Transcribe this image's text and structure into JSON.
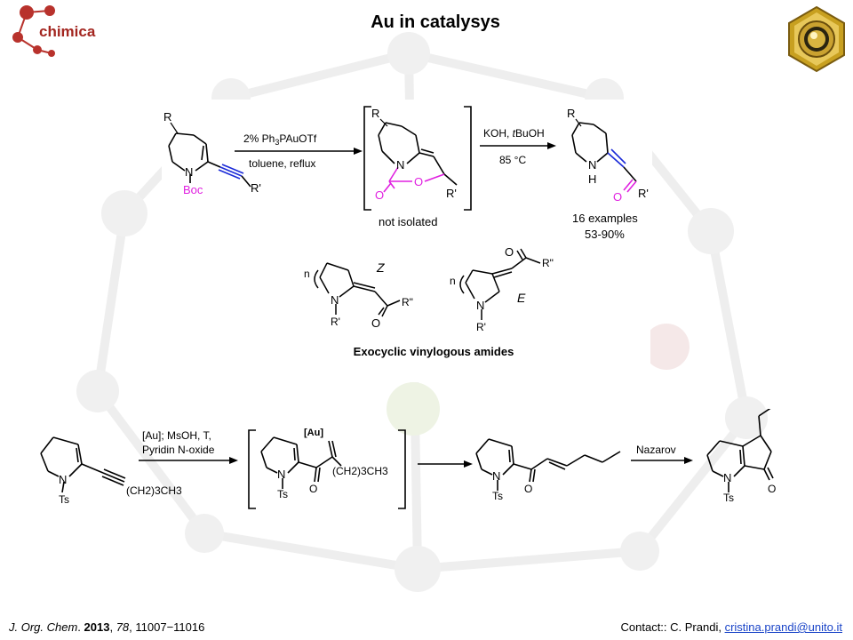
{
  "header": {
    "logo_text": "chimica",
    "title": "Au in catalysys"
  },
  "colors": {
    "accent_red": "#a32620",
    "magenta": "#e020e0",
    "blue_bond": "#1a2ad8",
    "link_blue": "#1a44c8",
    "badge_gold": "#c8a020"
  },
  "scheme_top": {
    "sm_r": "R",
    "sm_n": "N",
    "sm_boc": "Boc",
    "sm_rprime": "R'",
    "cond1_line1_prefix": "2% Ph",
    "cond1_sub": "3",
    "cond1_line1_suffix": "PAuOTf",
    "cond1_line2": "toluene, reflux",
    "int_r": "R",
    "int_n": "N",
    "int_o1": "O",
    "int_o2": "O",
    "int_rprime": "R'",
    "int_label": "not isolated",
    "cond2_line1_prefix": "KOH, ",
    "cond2_line1_t": "t",
    "cond2_line1_suffix": "BuOH",
    "cond2_line2": "85 °C",
    "prod_r": "R",
    "prod_nh": "N",
    "prod_h": "H",
    "prod_o": "O",
    "prod_rprime": "R'",
    "prod_examples": "16 examples",
    "prod_yield": "53-90%"
  },
  "scheme_mid": {
    "z_label": "Z",
    "e_label": "E",
    "n_sub": "n",
    "n1": "N",
    "r1": "R'",
    "o1": "O",
    "r1b": "R\"",
    "n2": "N",
    "r2": "R'",
    "o2": "O",
    "r2b": "R\"",
    "caption": "Exocyclic vinylogous amides"
  },
  "scheme_bottom": {
    "sm_n": "N",
    "sm_ts": "Ts",
    "sm_chain": "(CH2)3CH3",
    "cond_line1": "[Au]; MsOH, T,",
    "cond_line2": "Pyridin N-oxide",
    "int_au": "[Au]",
    "int_n": "N",
    "int_ts": "Ts",
    "int_o": "O",
    "int_chain": "(CH2)3CH3",
    "p1_n": "N",
    "p1_ts": "Ts",
    "p1_o": "O",
    "cond_nazarov": "Nazarov",
    "p2_n": "N",
    "p2_ts": "Ts",
    "p2_o": "O"
  },
  "footer": {
    "journal": "J. Org. Chem",
    "dot": ". ",
    "year": "2013",
    "sep1": ", ",
    "volume": "78",
    "pages": ", 11007−11016",
    "contact_label": "Contact:: C. Prandi, ",
    "contact_email": "cristina.prandi@unito.it"
  }
}
